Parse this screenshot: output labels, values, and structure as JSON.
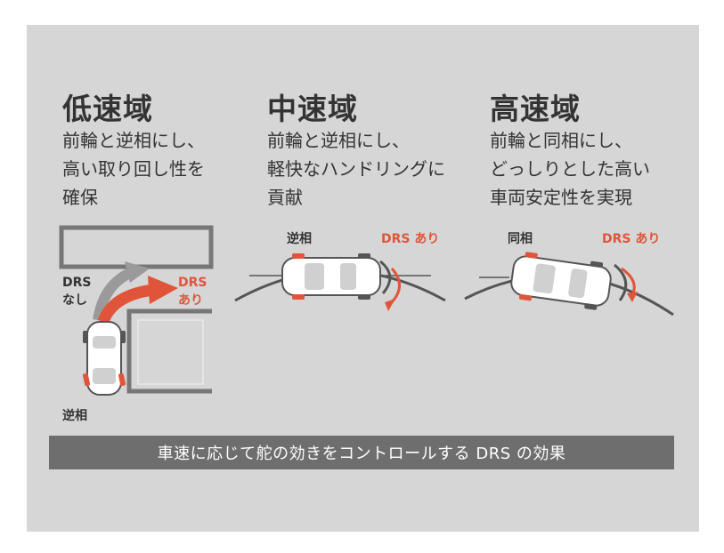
{
  "columns": [
    {
      "title": "低速域",
      "desc": [
        "前輪と逆相にし、",
        "高い取り回し性を",
        "確保"
      ],
      "labels": {
        "drs_none": [
          "DRS",
          "なし"
        ],
        "drs_on": [
          "DRS",
          "あり"
        ],
        "phase": "逆相"
      }
    },
    {
      "title": "中速域",
      "desc": [
        "前輪と逆相にし、",
        "軽快なハンドリングに",
        "貢献"
      ],
      "labels": {
        "phase": "逆相",
        "drs_on": "DRS あり"
      }
    },
    {
      "title": "高速域",
      "desc": [
        "前輪と同相にし、",
        "どっしりとした高い",
        "車両安定性を実現"
      ],
      "labels": {
        "phase": "同相",
        "drs_on": "DRS あり"
      }
    }
  ],
  "banner": "車速に応じて舵の効きをコントロールする DRS の効果",
  "colors": {
    "panel": "#d6d6d6",
    "accent": "#e0553a",
    "banner": "#6e6e6e",
    "text": "#333333"
  }
}
